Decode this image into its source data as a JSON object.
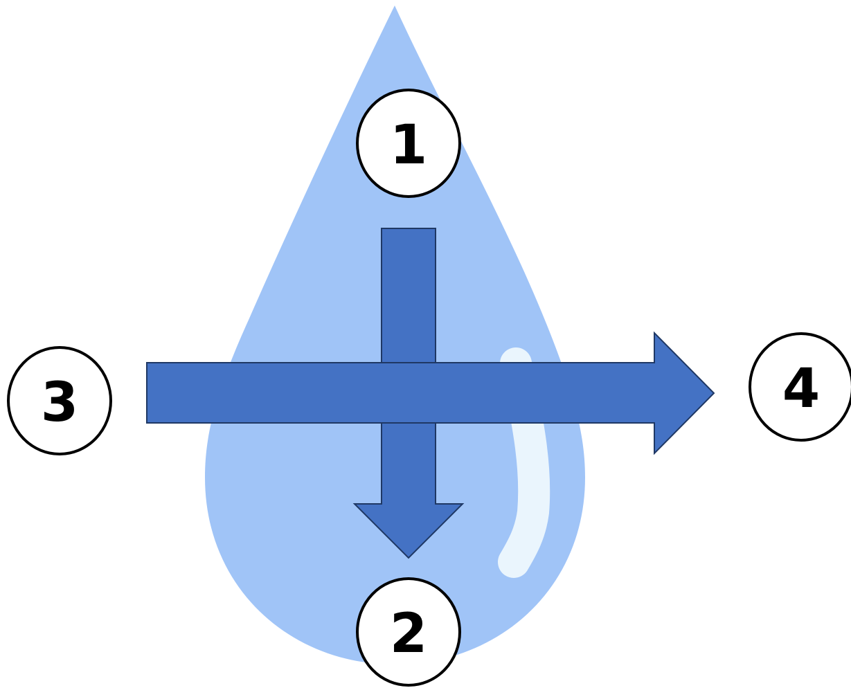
{
  "colors": {
    "background": "#ffffff",
    "drop_fill": "#a0c4f7",
    "highlight_fill": "#eaf5fd",
    "arrow_fill": "#4472c4",
    "arrow_stroke": "#1f3864",
    "circle_fill": "#ffffff",
    "circle_stroke": "#000000"
  },
  "icons": {
    "drop": "water-drop-icon",
    "vertical_arrow": "arrow-down-icon",
    "horizontal_arrow": "arrow-right-icon"
  },
  "labels": {
    "top": "1",
    "bottom": "2",
    "left": "3",
    "right": "4"
  }
}
